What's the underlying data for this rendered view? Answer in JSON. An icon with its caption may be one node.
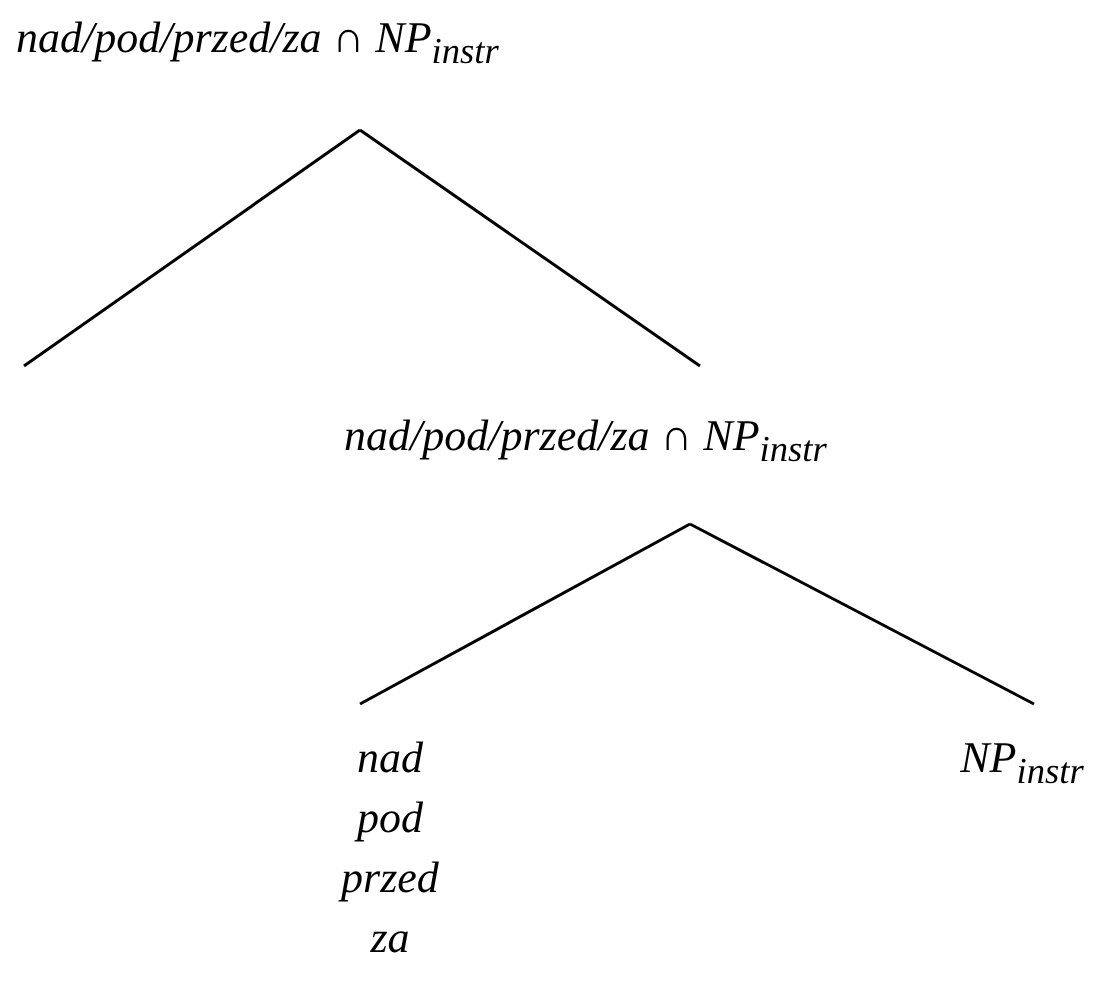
{
  "diagram": {
    "nodes": [
      {
        "text": [
          "nad/pod/przed/za ∩ NP$_{instr}$"
        ]
      },
      {
        "text": [
          "nad/pod/przed/za ∩ NP$_{instr}$"
        ]
      },
      {
        "text": [
          "nad pod przed za"
        ]
      },
      {
        "text": [
          "NP$_{instr}$"
        ]
      }
    ],
    "edges": [
      {
        "from": 0,
        "to": null,
        "arrow": "none"
      },
      {
        "from": 0,
        "to": 1,
        "arrow": "none"
      },
      {
        "from": 1,
        "to": 2,
        "arrow": "none"
      },
      {
        "from": 1,
        "to": 3,
        "arrow": "none"
      }
    ]
  }
}
